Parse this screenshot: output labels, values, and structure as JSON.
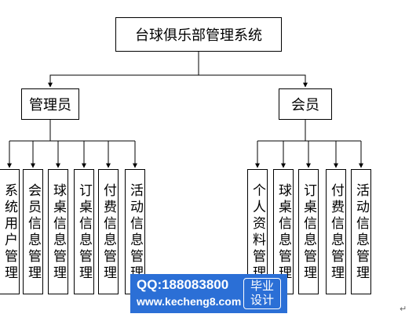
{
  "diagram": {
    "root": "台球俱乐部管理系统",
    "admin": {
      "label": "管理员",
      "children": [
        "系统用户管理",
        "会员信息管理",
        "球桌信息管理",
        "订桌信息管理",
        "付费信息管理",
        "活动信息管理"
      ]
    },
    "member": {
      "label": "会员",
      "children": [
        "个人资料管理",
        "球桌信息管理",
        "订桌信息管理",
        "付费信息管理",
        "活动信息管理"
      ]
    }
  },
  "watermark": {
    "qq": "QQ:188083800",
    "url": "www.kecheng8.com",
    "badge_line1": "毕业",
    "badge_line2": "设计"
  },
  "paragraph_mark": "↵"
}
